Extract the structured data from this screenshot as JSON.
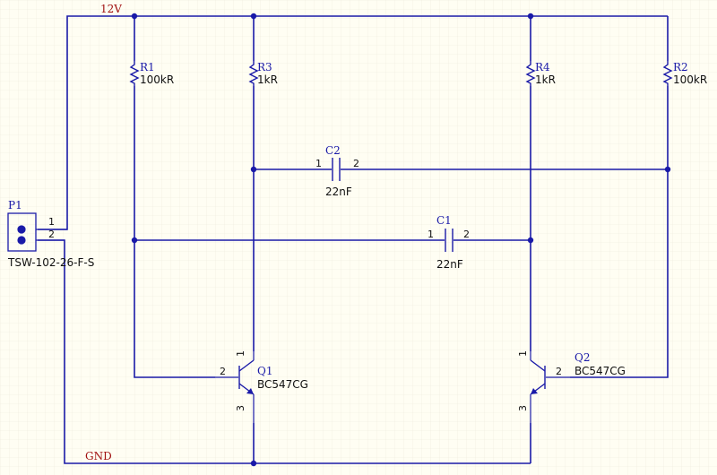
{
  "nets": {
    "supply": "12V",
    "ground": "GND"
  },
  "connector": {
    "ref": "P1",
    "part": "TSW-102-26-F-S",
    "pins": [
      "1",
      "2"
    ]
  },
  "resistors": [
    {
      "ref": "R1",
      "value": "100kR"
    },
    {
      "ref": "R3",
      "value": "1kR"
    },
    {
      "ref": "R4",
      "value": "1kR"
    },
    {
      "ref": "R2",
      "value": "100kR"
    }
  ],
  "capacitors": [
    {
      "ref": "C2",
      "value": "22nF",
      "pins": [
        "1",
        "2"
      ]
    },
    {
      "ref": "C1",
      "value": "22nF",
      "pins": [
        "1",
        "2"
      ]
    }
  ],
  "transistors": [
    {
      "ref": "Q1",
      "part": "BC547CG",
      "pins": [
        "1",
        "2",
        "3"
      ]
    },
    {
      "ref": "Q2",
      "part": "BC547CG",
      "pins": [
        "1",
        "2",
        "3"
      ]
    }
  ],
  "colors": {
    "wire": "#1a1aa8",
    "background": "#fffef3",
    "net_label": "#a01010",
    "text": "#101010"
  }
}
